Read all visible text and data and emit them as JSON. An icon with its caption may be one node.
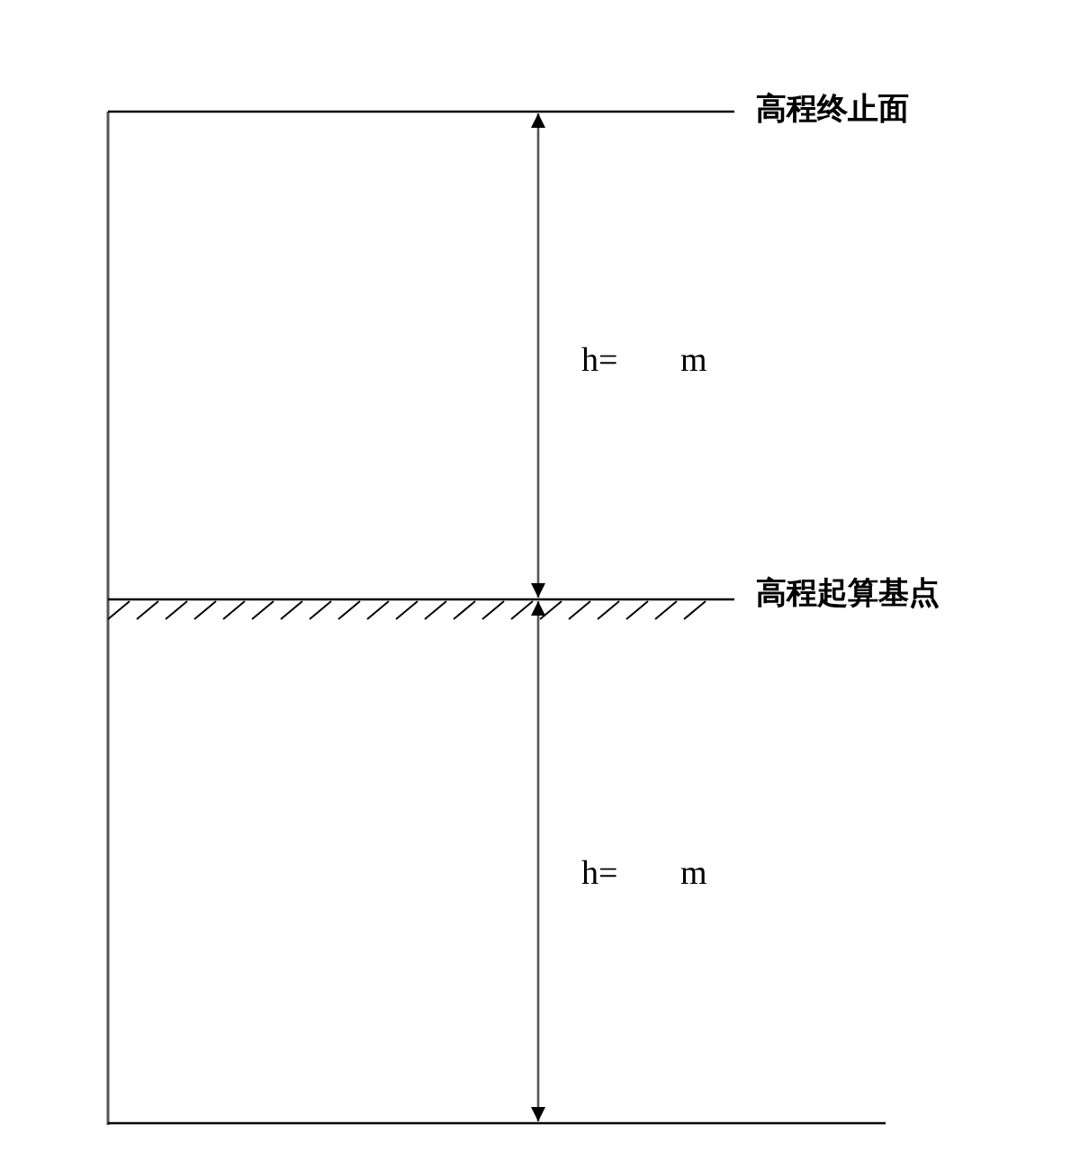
{
  "diagram": {
    "labels": [
      "高程终止面",
      "h= m",
      "高程起算基点",
      "h= m"
    ]
  }
}
